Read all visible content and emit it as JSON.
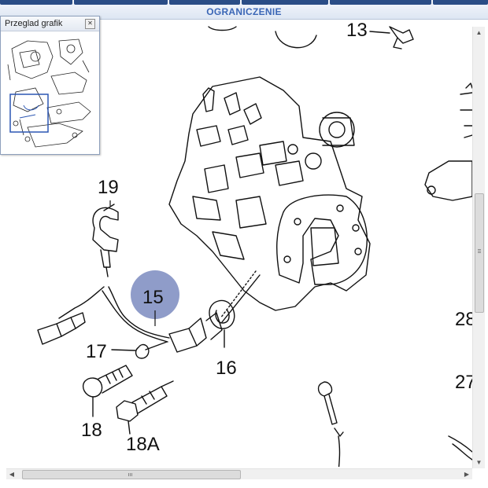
{
  "header": {
    "title": "OGRANICZENIE"
  },
  "overview_panel": {
    "title": "Przeglad grafik",
    "close_icon": "close-x-icon"
  },
  "diagram": {
    "callouts": [
      {
        "id": "13",
        "label": "13"
      },
      {
        "id": "19",
        "label": "19"
      },
      {
        "id": "15",
        "label": "15",
        "highlighted": true,
        "highlight_color": "#8f9cc9"
      },
      {
        "id": "17",
        "label": "17"
      },
      {
        "id": "16",
        "label": "16"
      },
      {
        "id": "18",
        "label": "18"
      },
      {
        "id": "18A",
        "label": "18A"
      },
      {
        "id": "28-partial",
        "label": "28"
      },
      {
        "id": "27-partial",
        "label": "27"
      }
    ]
  },
  "scrollbars": {
    "vertical": {
      "up_icon": "arrow-up-icon",
      "down_icon": "arrow-down-icon"
    },
    "horizontal": {
      "left_icon": "arrow-left-icon",
      "right_icon": "arrow-right-icon"
    }
  },
  "colors": {
    "header_text": "#3a66b6",
    "callout_highlight": "#8f9cc9",
    "line_art": "#111111"
  }
}
